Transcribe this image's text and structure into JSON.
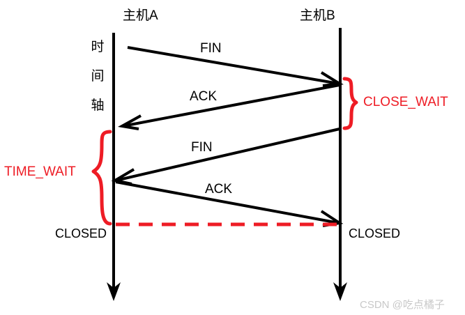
{
  "diagram": {
    "title_hosts": {
      "host_a": "主机A",
      "host_b": "主机B"
    },
    "time_axis": {
      "full": "时间轴",
      "chars": [
        "时",
        "间",
        "轴"
      ]
    },
    "messages": [
      {
        "label": "FIN",
        "from": "A",
        "to": "B"
      },
      {
        "label": "ACK",
        "from": "B",
        "to": "A"
      },
      {
        "label": "FIN",
        "from": "B",
        "to": "A"
      },
      {
        "label": "ACK",
        "from": "A",
        "to": "B"
      }
    ],
    "states": {
      "close_wait": "CLOSE_WAIT",
      "time_wait": "TIME_WAIT",
      "closed_left": "CLOSED",
      "closed_right": "CLOSED"
    },
    "colors": {
      "line": "#000000",
      "accent_red": "#ee1c25",
      "watermark": "#c8c8c8",
      "background": "#ffffff"
    },
    "watermark": "CSDN @吃点橘子"
  }
}
